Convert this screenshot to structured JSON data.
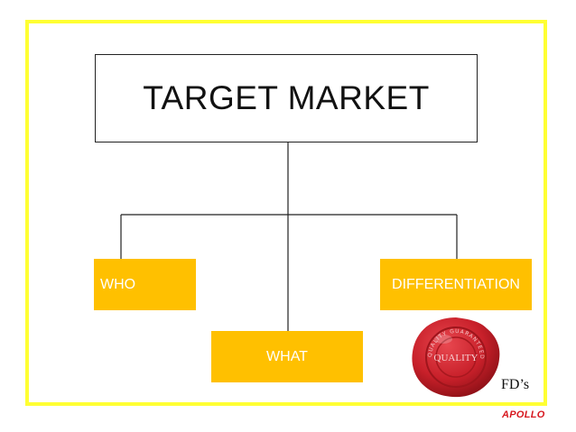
{
  "diagram": {
    "title": "TARGET MARKET",
    "branches": {
      "who": "WHO",
      "what": "WHAT",
      "differentiation": "DIFFERENTIATION"
    },
    "note": "FD’s",
    "seal": {
      "center_word": "QUALITY",
      "ring_text": "QUALITY GUARANTEED"
    }
  },
  "branding": {
    "logo": "APOLLO"
  },
  "colors": {
    "frame_border": "#ffff33",
    "box_fill": "#ffc000",
    "box_text": "#ffffff",
    "seal": "#c8202a",
    "logo": "#d71920"
  }
}
